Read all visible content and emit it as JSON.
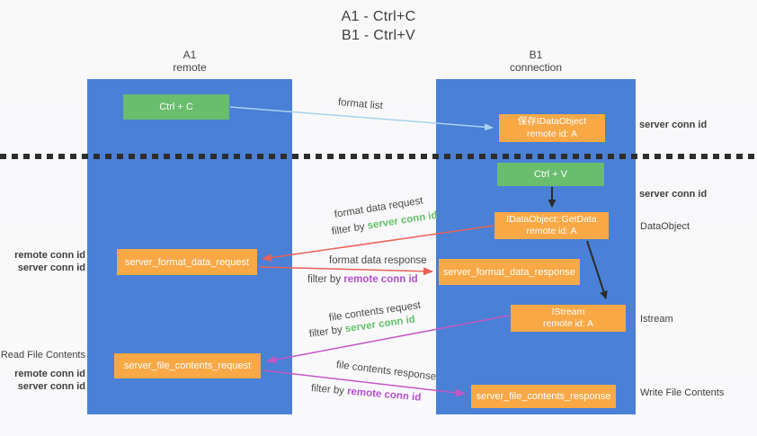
{
  "title": {
    "line1": "A1 - Ctrl+C",
    "line2": "B1 - Ctrl+V"
  },
  "lanes": {
    "left": {
      "name": "A1",
      "role": "remote"
    },
    "right": {
      "name": "B1",
      "role": "connection"
    }
  },
  "nodes": {
    "ctrl_c": {
      "label": "Ctrl + C"
    },
    "ctrl_v": {
      "label": "Ctrl + V"
    },
    "save_dataobject": {
      "line1": "保存IDataObject",
      "line2": "remote id: A"
    },
    "getdata": {
      "line1": "IDataObject::GetData",
      "line2": "remote id: A"
    },
    "istream": {
      "line1": "IStream",
      "line2": "remote id: A"
    },
    "server_format_data_request": {
      "label": "server_format_data_request"
    },
    "server_format_data_response": {
      "label": "server_format_data_response"
    },
    "server_file_contents_request": {
      "label": "server_file_contents_request"
    },
    "server_file_contents_response": {
      "label": "server_file_contents_response"
    }
  },
  "edges": {
    "format_list": {
      "label": "format list"
    },
    "format_data_request": {
      "label": "format data request",
      "filter_prefix": "filter by ",
      "filter_key": "server conn id"
    },
    "format_data_response": {
      "label": "format data response",
      "filter_prefix": "filter by ",
      "filter_key": "remote conn id"
    },
    "file_contents_request": {
      "label": "file contents request",
      "filter_prefix": "filter by ",
      "filter_key": "server conn id"
    },
    "file_contents_response": {
      "label": "file contents response",
      "filter_prefix": "filter by ",
      "filter_key": "remote conn id"
    }
  },
  "annotations": {
    "server_conn_id_top": "server conn id",
    "server_conn_id_mid": "server conn id",
    "dataobject": "DataObject",
    "istream": "Istream",
    "write_file_contents": "Write File Contents",
    "read_file_contents": "Read File Contents",
    "remote_conn_id_format": "remote conn id",
    "server_conn_id_format": "server conn id",
    "remote_conn_id_file": "remote conn id",
    "server_conn_id_file": "server conn id"
  },
  "colors": {
    "lane-blue": "#4a80d6",
    "node-green": "#69bd6d",
    "node-orange": "#f8a845",
    "text-green": "#66bf6a",
    "text-purple": "#b44ecd",
    "arrow-lightblue": "#a8d2ee",
    "arrow-red": "#e96156",
    "arrow-magenta": "#c557c5",
    "arrow-black": "#2b2b2b",
    "text-dark": "#3d3d3d",
    "divider": "#2d2d2d"
  }
}
